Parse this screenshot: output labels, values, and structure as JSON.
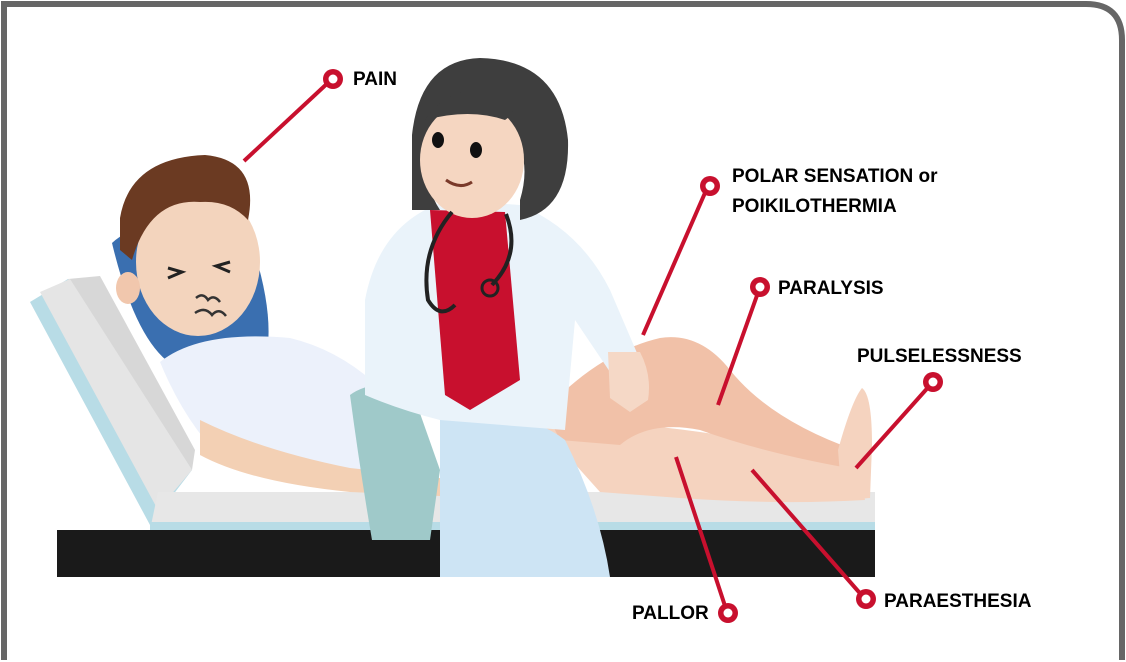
{
  "labels": {
    "pain": "PAIN",
    "polar_line1": "POLAR SENSATION or",
    "polar_line2": "POIKILOTHERMIA",
    "paralysis": "PARALYSIS",
    "pulselessness": "PULSELESSNESS",
    "pallor": "PALLOR",
    "paraesthesia": "PARAESTHESIA"
  },
  "colors": {
    "accent": "#c8102e",
    "frame": "#666666",
    "lab_coat": "#eaf3fa",
    "scrub": "#c8102e",
    "skin": "#f5d0b5",
    "leg": "#f3c8b2",
    "hair_patient": "#6b3a22",
    "hair_doctor": "#3e3e3e",
    "blanket": "#cde4f4",
    "towel": "#9fc9c9",
    "bed_base": "#1a1a1a"
  }
}
